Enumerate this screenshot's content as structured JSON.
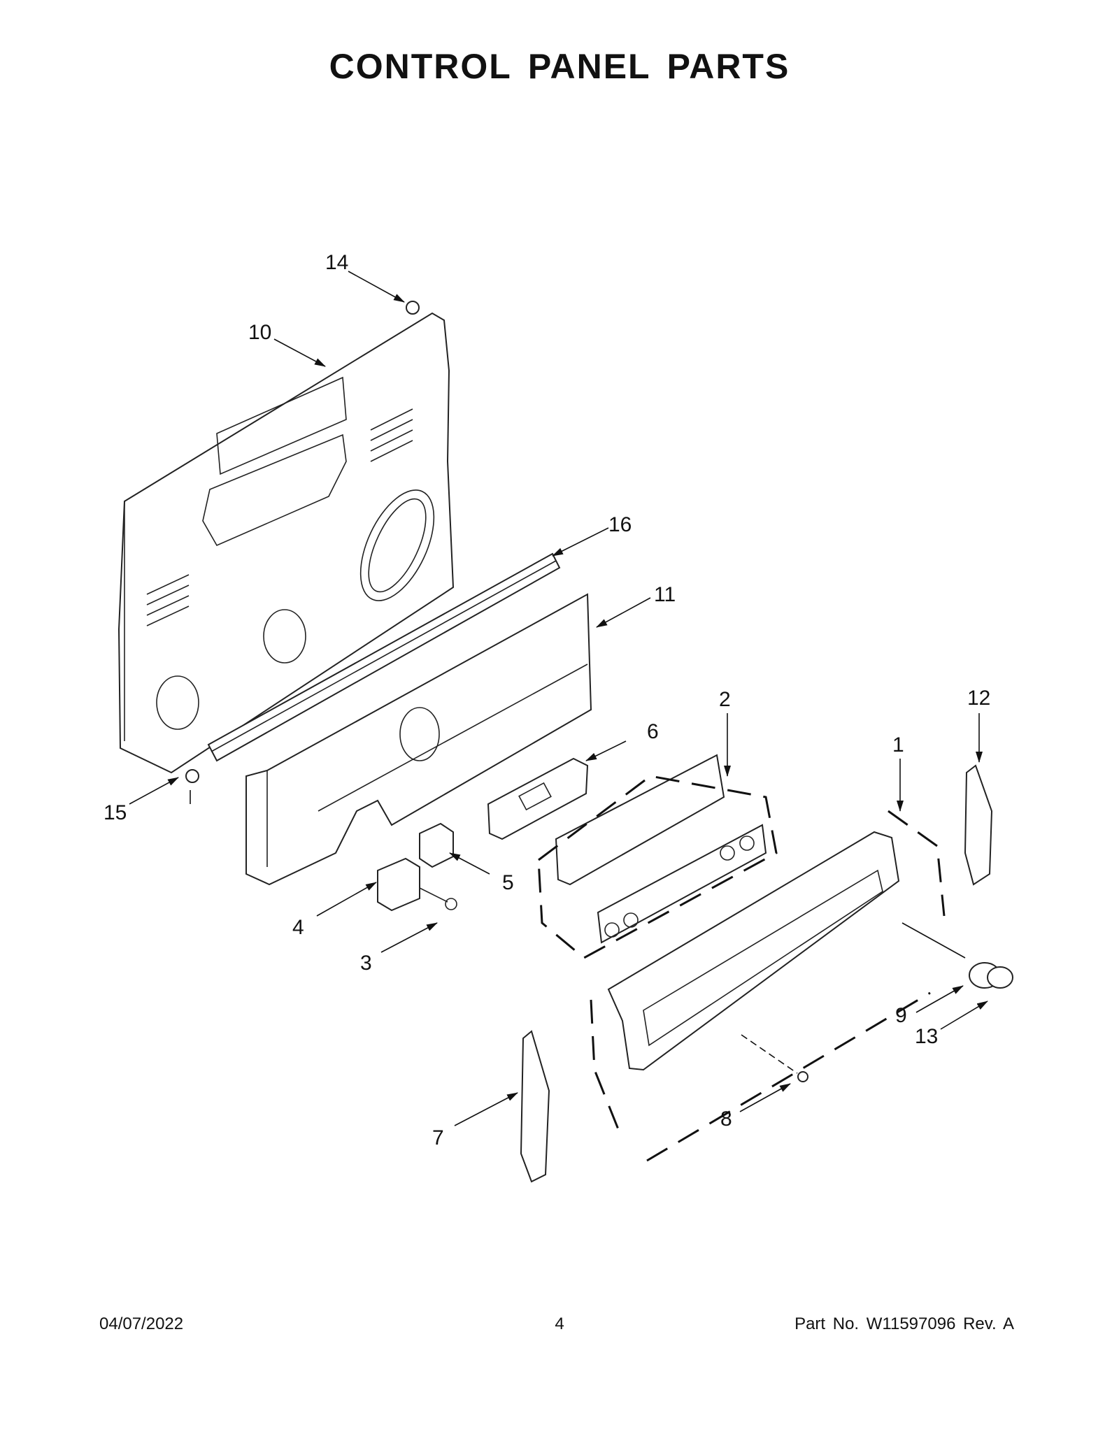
{
  "title": "CONTROL PANEL PARTS",
  "footer": {
    "date": "04/07/2022",
    "page": "4",
    "part_number": "Part No.  W11597096  Rev.  A"
  },
  "callouts": [
    "1",
    "2",
    "3",
    "4",
    "5",
    "6",
    "7",
    "8",
    "9",
    "10",
    "11",
    "12",
    "13",
    "14",
    "15",
    "16"
  ]
}
